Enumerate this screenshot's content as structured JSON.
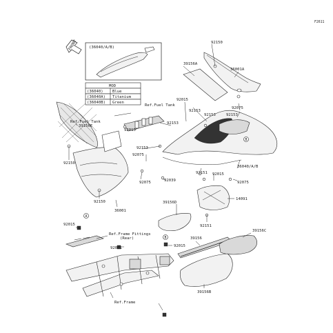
{
  "diagram_id": "F2611",
  "front_label": "FRONT",
  "inset": {
    "title": "(36040/A/B)",
    "table_header": "MOD",
    "rows": [
      {
        "part": "(36040)",
        "color": "Blue"
      },
      {
        "part": "(36040A)",
        "color": "Titanium"
      },
      {
        "part": "(36040B)",
        "color": "Green"
      }
    ]
  },
  "callouts": {
    "a": "A",
    "b": "B"
  },
  "refs": {
    "fuel_tank_1": "Ref.Fuel Tank",
    "fuel_tank_2": "Ref.Fuel Tank",
    "frame_fittings_1": "Ref.Frame Fittings",
    "frame_fittings_2": "(Rear)",
    "frame": "Ref.Frame"
  },
  "parts": {
    "p92150_top": "92150",
    "p39156a": "39156A",
    "p36001a": "36001A",
    "p92015_a": "92015",
    "p92075_top": "92075",
    "p92153_a": "92153",
    "p92153_b": "92153",
    "p92153_c": "92153",
    "p92015_b": "92015",
    "p39156e": "39156E",
    "p92153_d": "92153",
    "p92075_mid": "92075",
    "p92150_left": "92150",
    "p92075_c": "92075",
    "p92039": "92039",
    "p92151_a": "92151",
    "p92015_c": "92015",
    "p36040ab": "36040/A/B",
    "p92075_d": "92075",
    "p14091": "14091",
    "p92150_bot": "92150",
    "p36001": "36001",
    "p39156d": "39156D",
    "p92151_b": "92151",
    "p92015_left": "92015",
    "p92071": "92071",
    "p92015_e": "92015",
    "p39156": "39156",
    "p39156c": "39156C",
    "p39156b": "39156B"
  }
}
